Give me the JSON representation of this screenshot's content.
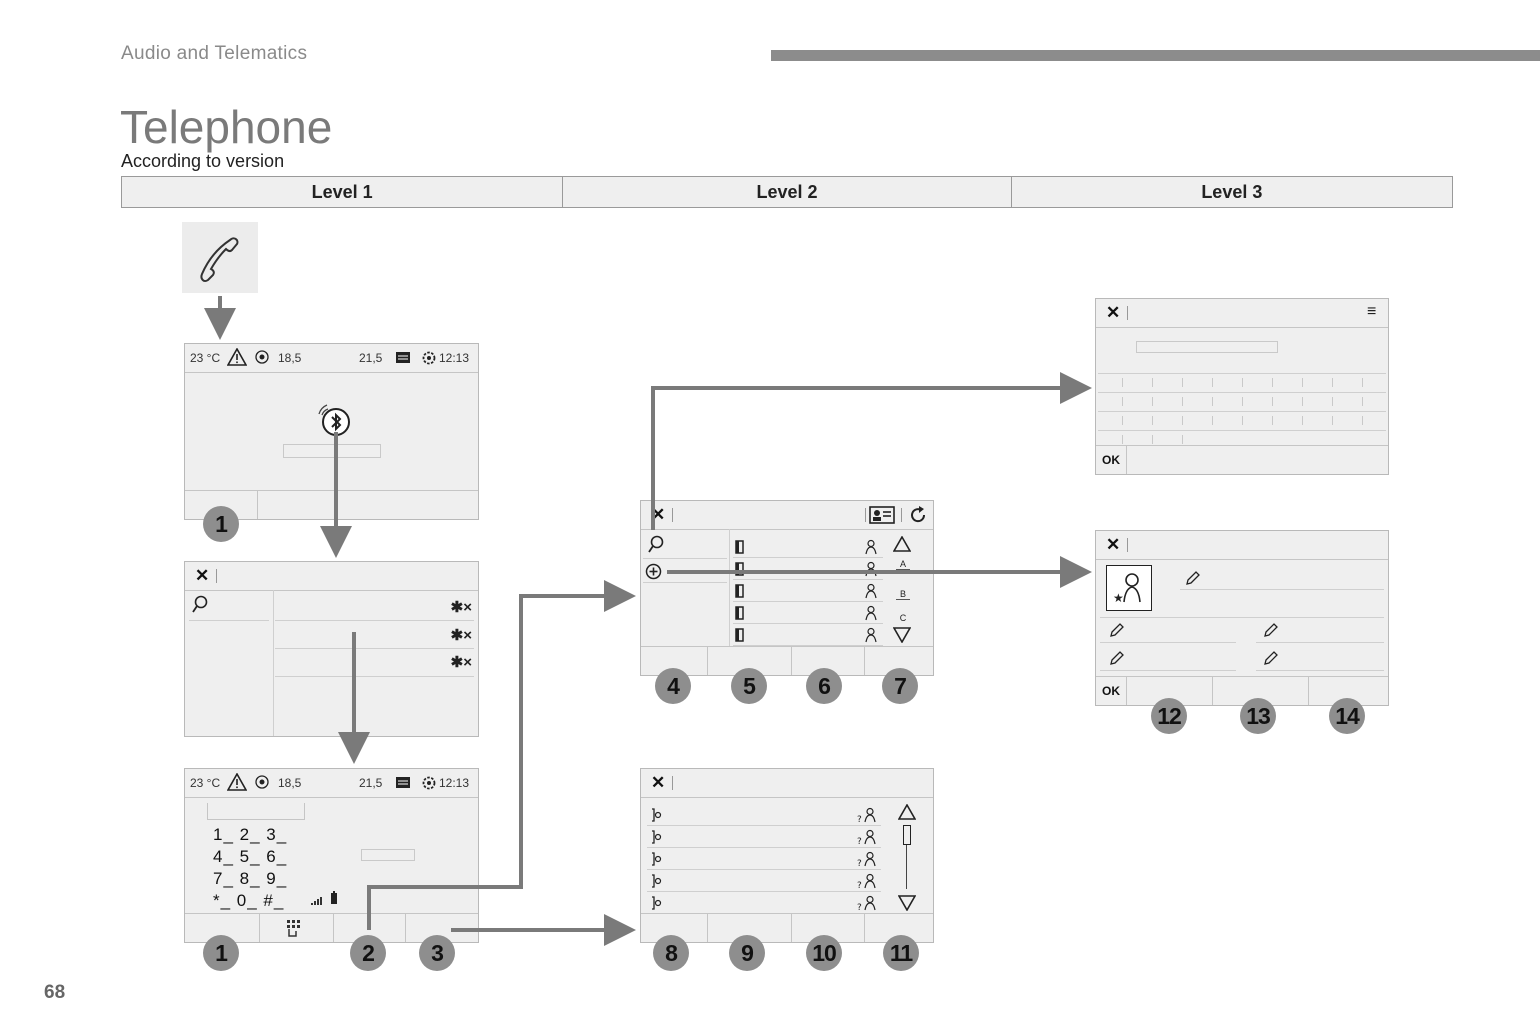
{
  "header": {
    "section": "Audio and Telematics",
    "title": "Telephone",
    "subtitle": "According to version"
  },
  "levels": [
    "Level 1",
    "Level 2",
    "Level 3"
  ],
  "status_bar": {
    "temp": "23 °C",
    "left_value": "18,5",
    "right_value": "21,5",
    "time": "12:13"
  },
  "keypad": [
    "1_ 2_ 3_",
    "4_ 5_ 6_",
    "7_ 8_ 9_",
    "*_ 0_ #_"
  ],
  "alpha_index": [
    "A",
    "B",
    "C"
  ],
  "ok_label": "OK",
  "badges": [
    "1",
    "1",
    "2",
    "3",
    "4",
    "5",
    "6",
    "7",
    "8",
    "9",
    "10",
    "11",
    "12",
    "13",
    "14"
  ],
  "page_number": "68",
  "icons": [
    "phone-icon",
    "bluetooth-icon",
    "warning-icon",
    "search-icon",
    "close-icon",
    "menu-icon",
    "contact-card-icon",
    "refresh-icon",
    "add-icon",
    "contact-icon",
    "pencil-icon",
    "arrow-up-icon",
    "arrow-down-icon",
    "call-log-icon",
    "signal-icon",
    "battery-icon",
    "keypad-icon"
  ]
}
